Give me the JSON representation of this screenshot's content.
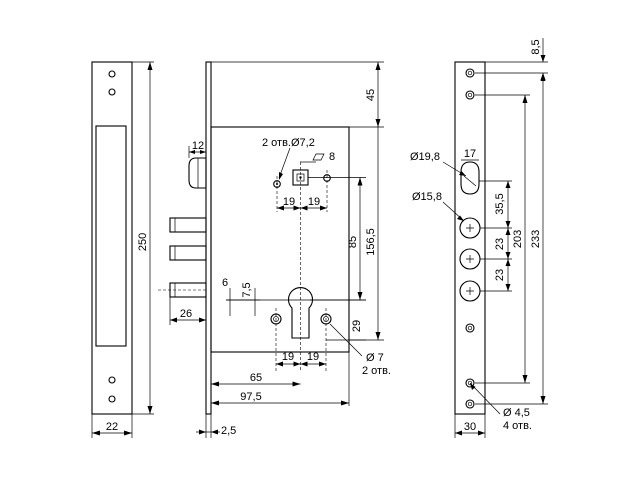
{
  "dimensions": {
    "front_plate_height": "250",
    "front_plate_width": "22",
    "body_top": "45",
    "hole_dia": "2 отв.Ø7,2",
    "square": "8",
    "bolt_width": "12",
    "spacing_19_a": "19",
    "spacing_19_b": "19",
    "spacing_19_c": "19",
    "spacing_19_d": "19",
    "dist_85": "85",
    "dist_156_5": "156,5",
    "dist_6": "6",
    "dist_7_5": "7,5",
    "dist_26": "26",
    "dist_29": "29",
    "hole_7": "Ø 7",
    "hole_7_count": "2 отв.",
    "dist_65": "65",
    "dist_97_5": "97,5",
    "dist_2_5": "2,5",
    "dist_8_5": "8,5",
    "dia_19_8": "Ø19,8",
    "dist_17": "17",
    "dia_15_8": "Ø15,8",
    "dist_35_5": "35,5",
    "dist_23_a": "23",
    "dist_23_b": "23",
    "dist_203": "203",
    "dist_233": "233",
    "dia_4_5": "Ø 4,5",
    "count_4": "4 отв.",
    "width_30": "30"
  }
}
